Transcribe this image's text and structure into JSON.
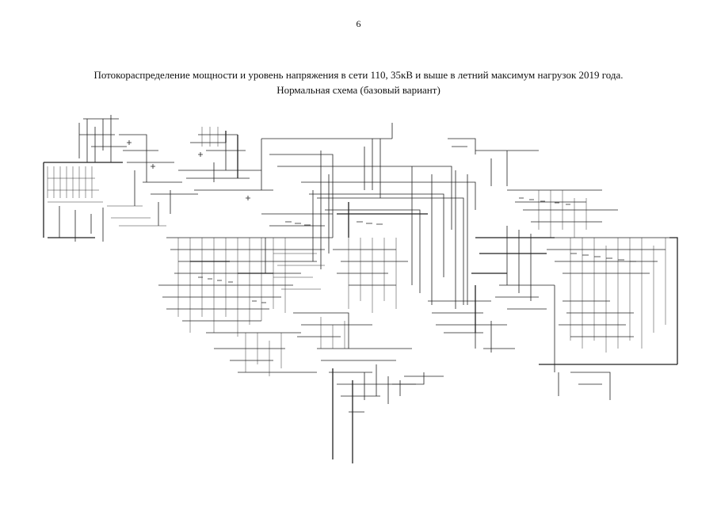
{
  "page": {
    "number": "6"
  },
  "title": {
    "line1": "Потокораспределение мощности и уровень напряжения в сети 110, 35кВ и выше в летний максимум нагрузок 2019 года.",
    "line2": "Нормальная схема (базовый вариант)"
  },
  "colors": {
    "ink": "#222222",
    "background": "#ffffff"
  }
}
